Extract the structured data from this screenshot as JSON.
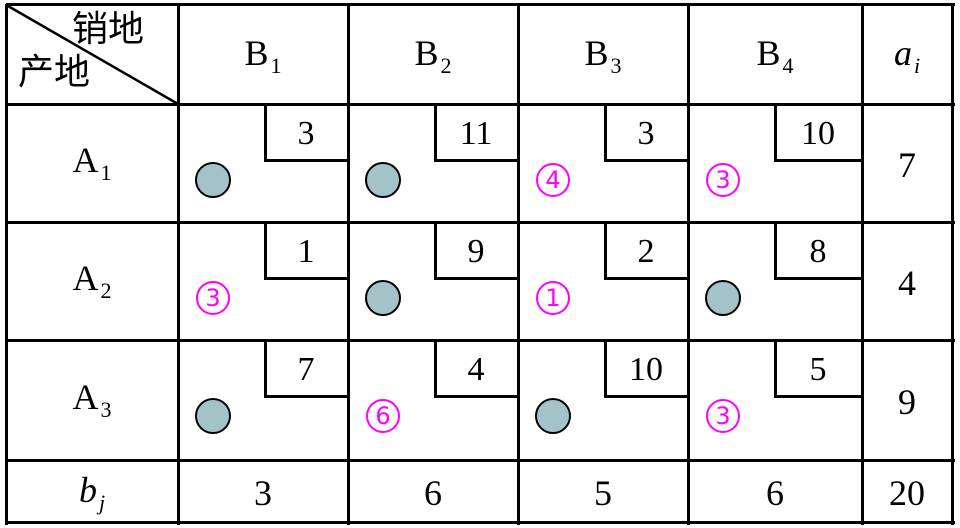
{
  "corner": {
    "top_label": "销地",
    "bottom_label": "产地"
  },
  "columns": [
    {
      "letter": "B",
      "sub": "1"
    },
    {
      "letter": "B",
      "sub": "2"
    },
    {
      "letter": "B",
      "sub": "3"
    },
    {
      "letter": "B",
      "sub": "4"
    }
  ],
  "supply_header": {
    "letter": "a",
    "sub": "i"
  },
  "demand_header": {
    "letter": "b",
    "sub": "j"
  },
  "rows": [
    {
      "letter": "A",
      "sub": "1",
      "supply": "7",
      "cells": [
        {
          "cost": "3",
          "mark": "circle"
        },
        {
          "cost": "11",
          "mark": "circle"
        },
        {
          "cost": "3",
          "mark": "alloc",
          "alloc": "4"
        },
        {
          "cost": "10",
          "mark": "alloc",
          "alloc": "3"
        }
      ]
    },
    {
      "letter": "A",
      "sub": "2",
      "supply": "4",
      "cells": [
        {
          "cost": "1",
          "mark": "alloc",
          "alloc": "3"
        },
        {
          "cost": "9",
          "mark": "circle"
        },
        {
          "cost": "2",
          "mark": "alloc",
          "alloc": "1"
        },
        {
          "cost": "8",
          "mark": "circle"
        }
      ]
    },
    {
      "letter": "A",
      "sub": "3",
      "supply": "9",
      "cells": [
        {
          "cost": "7",
          "mark": "circle"
        },
        {
          "cost": "4",
          "mark": "alloc",
          "alloc": "6"
        },
        {
          "cost": "10",
          "mark": "circle"
        },
        {
          "cost": "5",
          "mark": "alloc",
          "alloc": "3"
        }
      ]
    }
  ],
  "demand": [
    "3",
    "6",
    "5",
    "6"
  ],
  "total": "20",
  "colors": {
    "line": "#000000",
    "circle_fill": "#a3c3c9",
    "alloc": "#ff00ff"
  }
}
